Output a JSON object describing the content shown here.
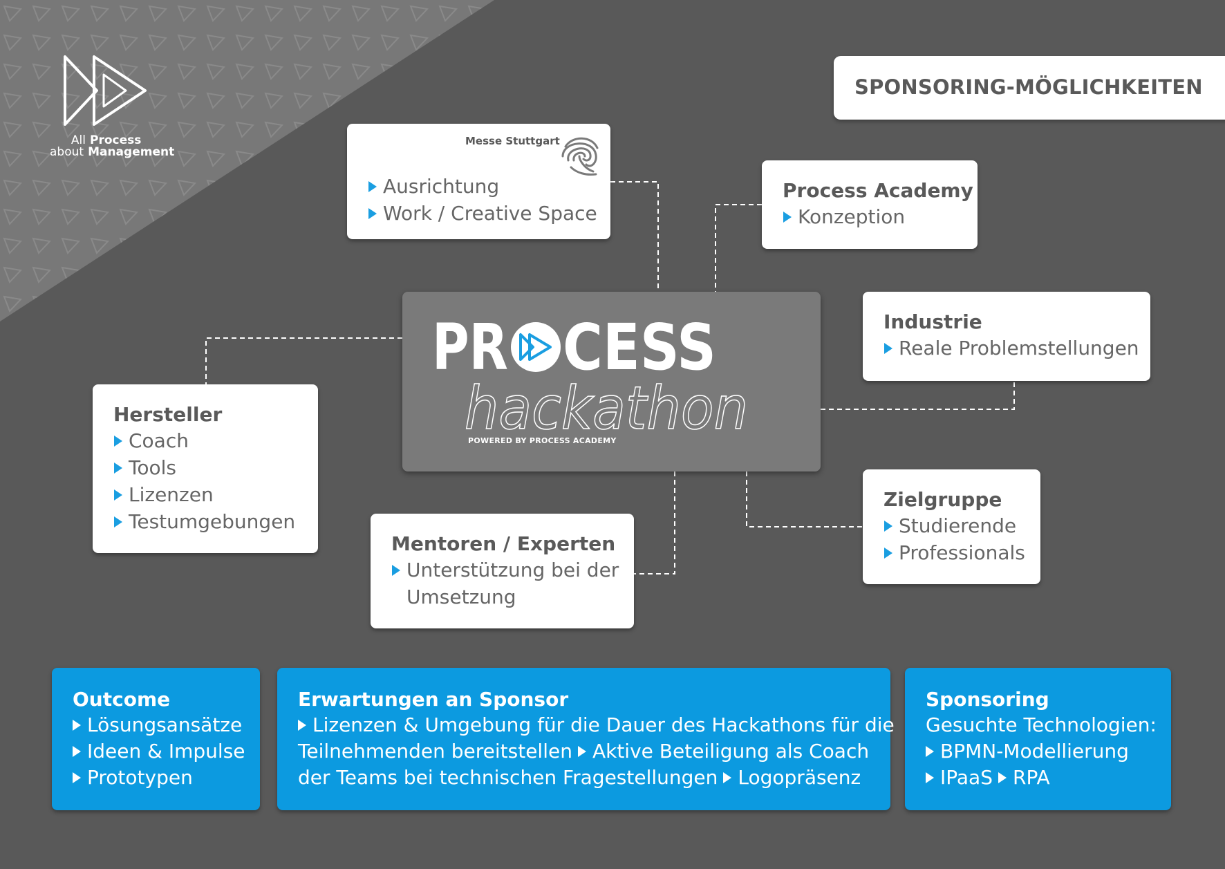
{
  "logo": {
    "line1_left": "All",
    "line1_right": "Process",
    "line2_left": "about",
    "line2_right": "Management"
  },
  "header": {
    "title": "SPONSORING-MÖGLICHKEITEN"
  },
  "messe": {
    "venue": "Messe Stuttgart",
    "items": [
      "Ausrichtung",
      "Work / Creative Space"
    ]
  },
  "process_academy": {
    "title": "Process Academy",
    "items": [
      "Konzeption"
    ]
  },
  "brand": {
    "word_start": "PR",
    "word_end": "CESS",
    "subtitle": "hackathon",
    "tagline": "POWERED BY PROCESS ACADEMY"
  },
  "industrie": {
    "title": "Industrie",
    "items": [
      "Reale Problemstellungen"
    ]
  },
  "hersteller": {
    "title": "Hersteller",
    "items": [
      "Coach",
      "Tools",
      "Lizenzen",
      "Testumgebungen"
    ]
  },
  "zielgruppe": {
    "title": "Zielgruppe",
    "items": [
      "Studierende",
      "Professionals"
    ]
  },
  "mentoren": {
    "title": "Mentoren / Experten",
    "items": [
      "Unterstützung bei der"
    ],
    "items_continued": [
      "Umsetzung"
    ]
  },
  "outcome": {
    "title": "Outcome",
    "items": [
      "Lösungsansätze",
      "Ideen & Impulse",
      "Prototypen"
    ]
  },
  "erwartungen": {
    "title": "Erwartungen an Sponsor",
    "lines": [
      "Lizenzen & Umgebung für die Dauer des Hackathons für die",
      "Teilnehmenden bereitstellen",
      "Aktive Beteiligung als Coach",
      "der Teams bei technischen Fragestellungen",
      "Logopräsenz"
    ]
  },
  "sponsoring": {
    "title": "Sponsoring",
    "subtitle": "Gesuchte Technologien:",
    "items": [
      "BPMN-Modellierung",
      "IPaaS",
      "RPA"
    ]
  },
  "colors": {
    "background": "#595959",
    "accent_blue": "#0c9ae0",
    "card": "#ffffff",
    "text_gray": "#595959"
  }
}
